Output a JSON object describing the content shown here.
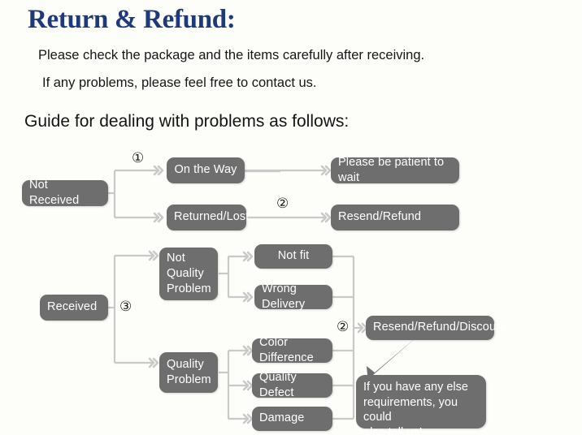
{
  "header": {
    "title": "Return & Refund:",
    "intro_line_1": "Please check the package and the items carefully after receiving.",
    "intro_line_2": "If any problems, please feel free to contact us.",
    "guide": "Guide for dealing with problems as follows:"
  },
  "colors": {
    "title": "#1f3a7a",
    "node_fill": "#6e6e6e",
    "node_text": "#ffffff",
    "connector": "#c8c8c8",
    "background": "#fdfdfa"
  },
  "flowchart": {
    "type": "decision-tree",
    "markers": [
      {
        "label": "①",
        "name": "marker-1"
      },
      {
        "label": "②",
        "name": "marker-2-top"
      },
      {
        "label": "③",
        "name": "marker-3"
      },
      {
        "label": "②",
        "name": "marker-2-bottom"
      }
    ],
    "nodes": {
      "not_received": "Not Received",
      "on_the_way": "On the Way",
      "returned_lost": "Returned/Lost",
      "please_wait": "Please be patient to wait",
      "resend_refund": "Resend/Refund",
      "received": "Received",
      "not_quality_problem": "Not\nQuality\nProblem",
      "quality_problem": "Quality\nProblem",
      "not_fit": "Not fit",
      "wrong_delivery": "Wrong Delivery",
      "color_difference": "Color Difference",
      "quality_defect": "Quality Defect",
      "damage": "Damage",
      "resend_refund_discount": "Resend/Refund/Discount"
    },
    "callout": "If you have any else\nrequirements, you could\nalso tell us!"
  }
}
